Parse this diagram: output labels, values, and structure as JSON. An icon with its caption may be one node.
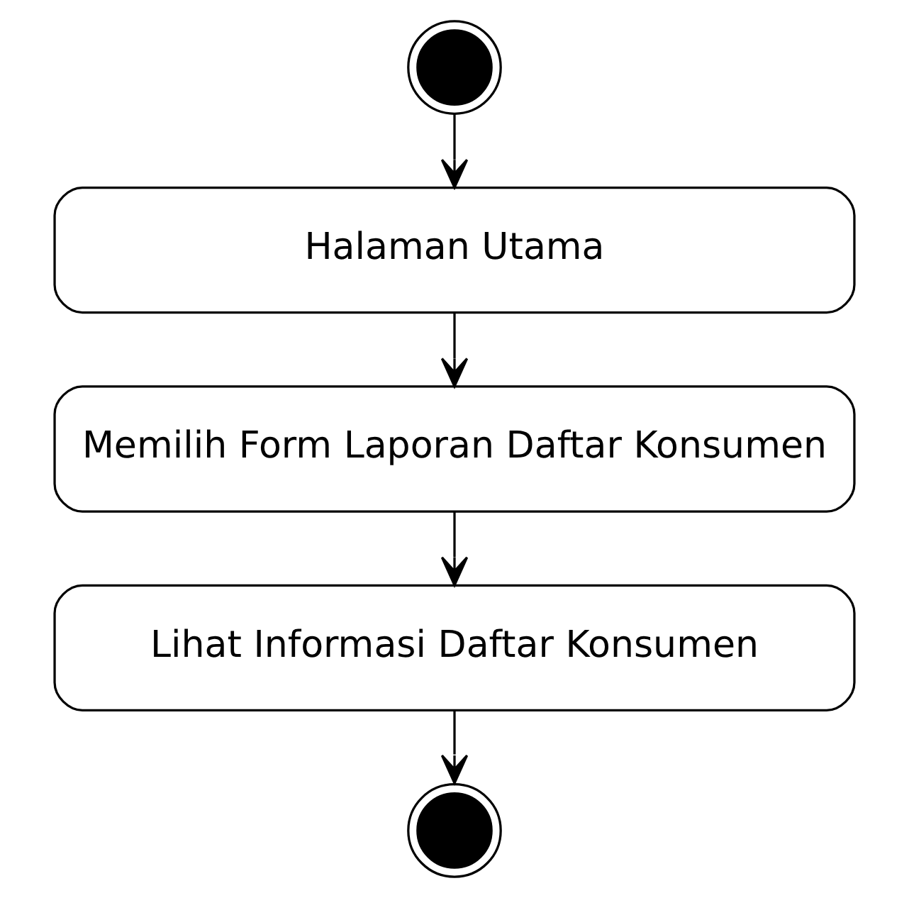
{
  "diagram": {
    "nodes": [
      {
        "text": [],
        "shape": "circle"
      },
      {
        "text": [
          "Halaman Utama"
        ]
      },
      {
        "text": [
          "Memilih Form Laporan Daftar Konsumen"
        ]
      },
      {
        "text": [
          "Lihat Informasi Daftar Konsumen"
        ]
      },
      {
        "text": [],
        "shape": "circle"
      }
    ],
    "edges": [
      {
        "from": 0,
        "to": 1,
        "arrow": "to"
      },
      {
        "from": 1,
        "to": 2,
        "arrow": "to"
      },
      {
        "from": 2,
        "to": 3,
        "arrow": "to"
      },
      {
        "from": 3,
        "to": 4,
        "arrow": "to"
      }
    ]
  }
}
